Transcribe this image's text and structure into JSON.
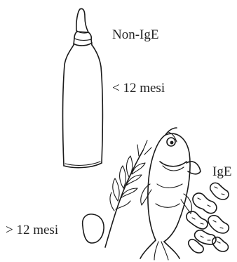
{
  "labels": {
    "non_ige": "Non-IgE",
    "lt_12_months": "< 12 mesi",
    "ige": "IgE",
    "gt_12_months": "> 12 mesi"
  },
  "illustrations": {
    "baby_bottle": "baby-bottle-icon",
    "egg": "egg-icon",
    "wheat": "wheat-icon",
    "fish": "fish-icon",
    "peanuts": "peanut-icon"
  },
  "colors": {
    "ink": "#1a1a1a",
    "background": "#ffffff"
  }
}
